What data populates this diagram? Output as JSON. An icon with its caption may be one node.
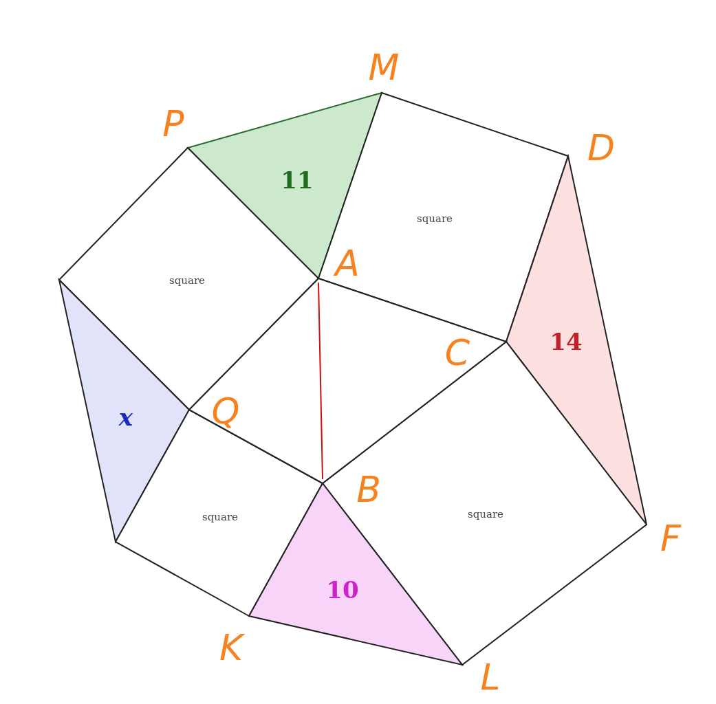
{
  "diagram": {
    "nodes": [
      {
        "text": [
          "11"
        ]
      },
      {
        "text": [
          "square"
        ]
      },
      {
        "text": [
          "square"
        ]
      },
      {
        "text": [
          "14"
        ]
      },
      {
        "text": [
          "x"
        ]
      },
      {
        "text": [
          "square"
        ]
      },
      {
        "text": [
          "square"
        ]
      },
      {
        "text": [
          "10"
        ]
      },
      {
        "text": [],
        "shape": "box"
      }
    ],
    "labels": [
      "M",
      "P",
      "D",
      "A",
      "C",
      "Q",
      "B",
      "F",
      "K",
      "L"
    ]
  }
}
